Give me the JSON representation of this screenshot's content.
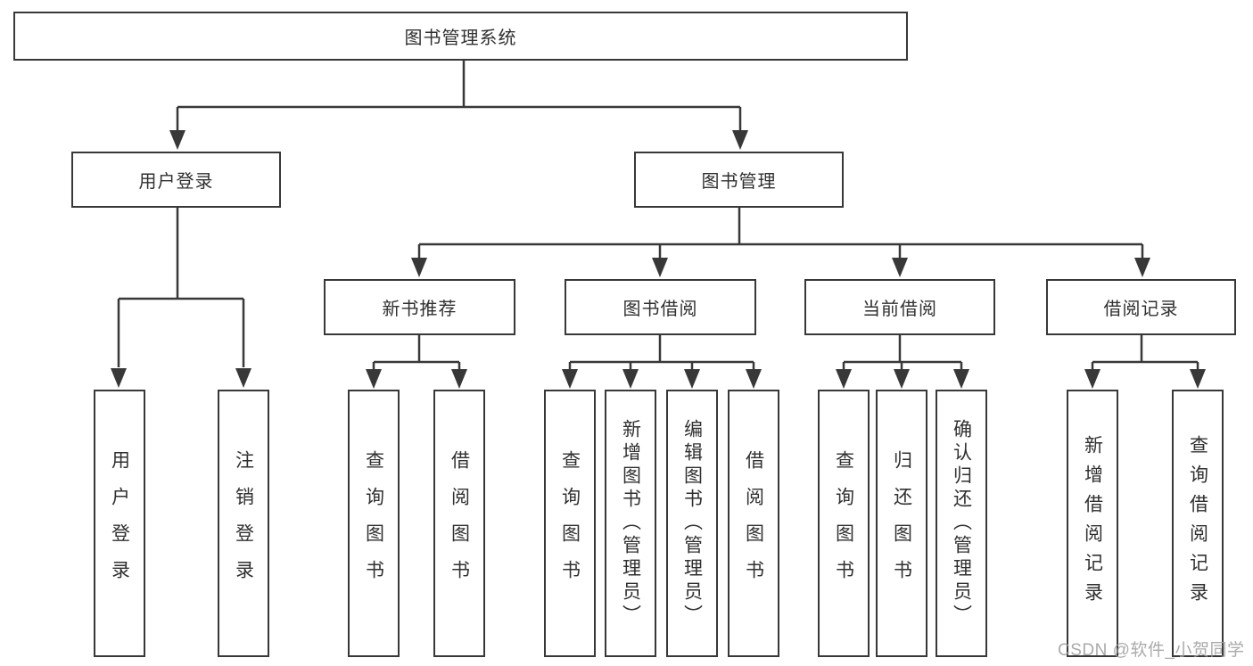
{
  "diagram": {
    "root": {
      "label": "图书管理系统"
    },
    "branches": [
      {
        "label": "用户登录",
        "leaves": [
          {
            "label": "用户登录"
          },
          {
            "label": "注销登录"
          }
        ]
      },
      {
        "label": "图书管理",
        "groups": [
          {
            "label": "新书推荐",
            "leaves": [
              {
                "label": "查询图书"
              },
              {
                "label": "借阅图书"
              }
            ]
          },
          {
            "label": "图书借阅",
            "leaves": [
              {
                "label": "查询图书"
              },
              {
                "label": "新增图书（管理员）"
              },
              {
                "label": "编辑图书（管理员）"
              },
              {
                "label": "借阅图书"
              }
            ]
          },
          {
            "label": "当前借阅",
            "leaves": [
              {
                "label": "查询图书"
              },
              {
                "label": "归还图书"
              },
              {
                "label": "确认归还（管理员）"
              }
            ]
          },
          {
            "label": "借阅记录",
            "leaves": [
              {
                "label": "新增借阅记录"
              },
              {
                "label": "查询借阅记录"
              }
            ]
          }
        ]
      }
    ]
  },
  "watermark": {
    "text": "CSDN @软件_小贺同学"
  },
  "colors": {
    "line": "#383838",
    "box_border": "#383838",
    "text": "#303030",
    "watermark": "#9e9e9e",
    "background": "#ffffff"
  }
}
